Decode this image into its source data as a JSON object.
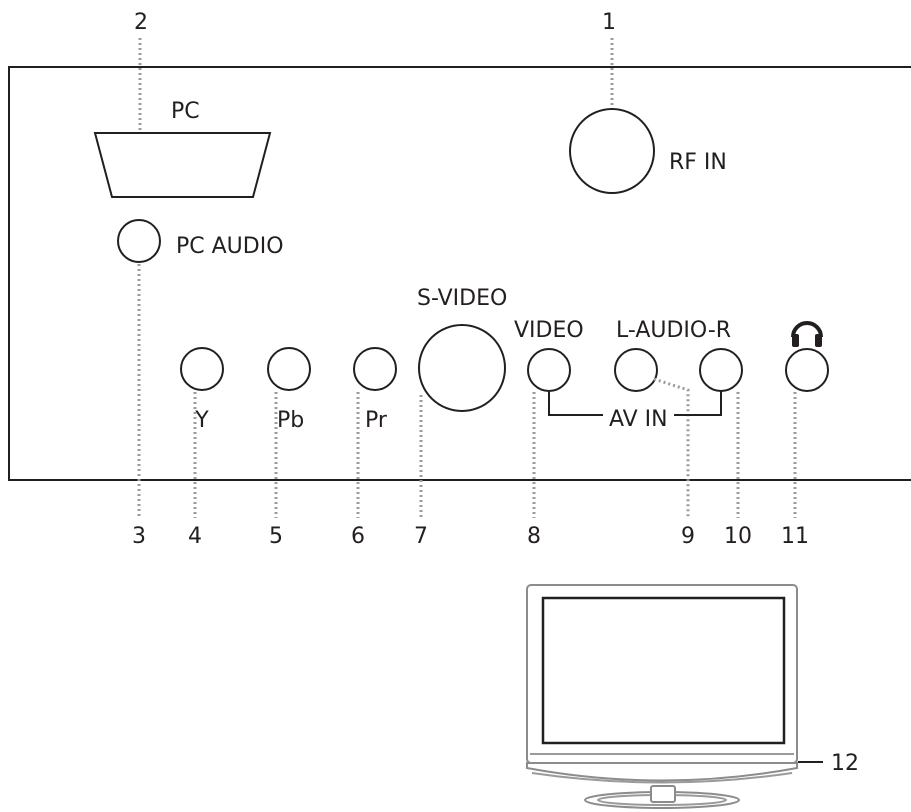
{
  "labels": {
    "pc": "PC",
    "rf_in": "RF IN",
    "pc_audio": "PC AUDIO",
    "s_video": "S-VIDEO",
    "video": "VIDEO",
    "l_audio_r": "L-AUDIO-R",
    "y": "Y",
    "pb": "Pb",
    "pr": "Pr",
    "av_in": "AV IN"
  },
  "callouts": {
    "n1": "1",
    "n2": "2",
    "n3": "3",
    "n4": "4",
    "n5": "5",
    "n6": "6",
    "n7": "7",
    "n8": "8",
    "n9": "9",
    "n10": "10",
    "n11": "11",
    "n12": "12"
  },
  "icons": {
    "headphone": "headphone-icon"
  }
}
